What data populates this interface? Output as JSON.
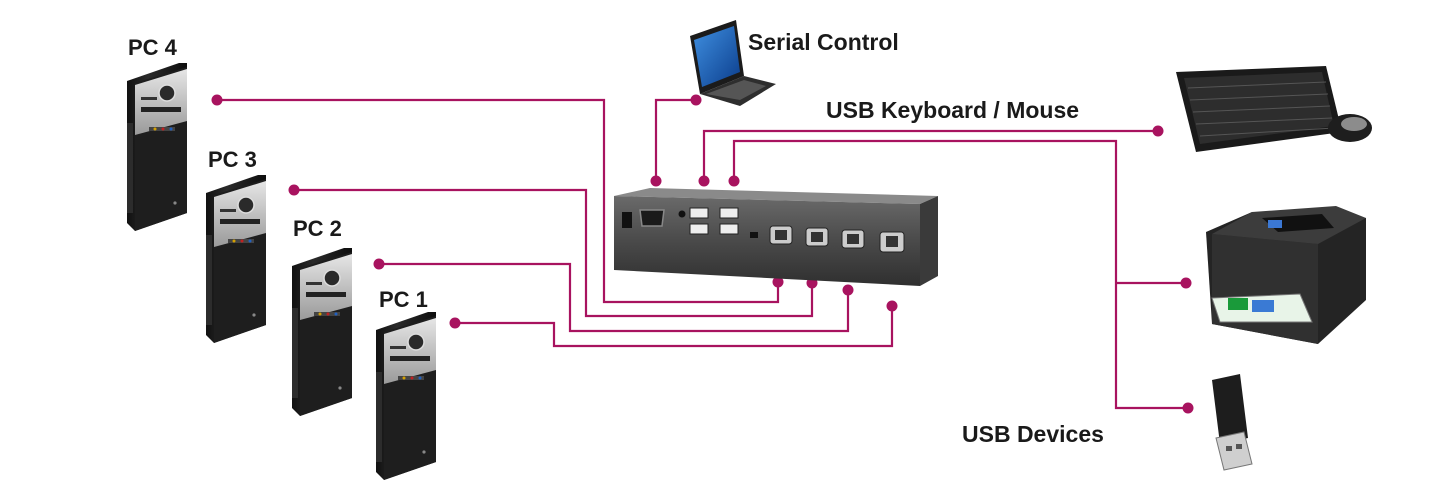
{
  "labels": {
    "pc4": "PC 4",
    "pc3": "PC 3",
    "pc2": "PC 2",
    "pc1": "PC 1",
    "serial": "Serial Control",
    "usb_km": "USB Keyboard / Mouse",
    "usb_devices": "USB Devices"
  },
  "icons": {
    "pc": "desktop-tower-icon",
    "laptop": "laptop-icon",
    "keyboard": "keyboard-icon",
    "mouse": "mouse-icon",
    "printer": "printer-icon",
    "usb_stick": "usb-flash-drive-icon",
    "switch": "kvm-switch-icon"
  },
  "colors": {
    "cable": "#a8135f",
    "device_body": "#3b3b3b",
    "background": "#ffffff"
  }
}
